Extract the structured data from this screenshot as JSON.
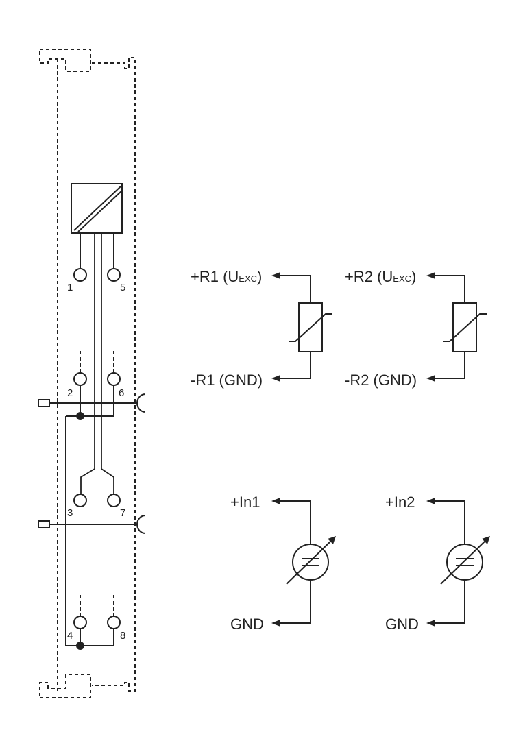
{
  "terminals": [
    "1",
    "5",
    "2",
    "6",
    "3",
    "7",
    "4",
    "8"
  ],
  "channel1": {
    "r_plus": "+R1 (U",
    "r_plus_sub": "EXC",
    "r_plus_close": ")",
    "r_minus": "-R1 (GND)",
    "in_plus": "+In1",
    "in_gnd": "GND"
  },
  "channel2": {
    "r_plus": "+R2 (U",
    "r_plus_sub": "EXC",
    "r_plus_close": ")",
    "r_minus": "-R2 (GND)",
    "in_plus": "+In2",
    "in_gnd": "GND"
  },
  "icons": {
    "converter": "ad-converter-icon",
    "thermistor": "thermistor-icon",
    "current_source": "variable-current-source-icon",
    "terminal": "terminal-point-icon",
    "junction": "junction-dot-icon"
  }
}
